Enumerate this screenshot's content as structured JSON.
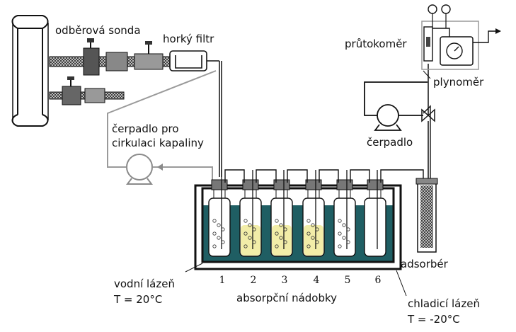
{
  "labels": {
    "probe": "odběrová sonda",
    "filter": "horký filtr",
    "flowmeter": "průtokoměr",
    "gasmeter": "plynoměr",
    "pump": "čerpadlo",
    "liquid_pump_line1": "čerpadlo pro",
    "liquid_pump_line2": "cirkulaci kapaliny",
    "adsorber": "adsorbér",
    "water_bath_line1": "vodní lázeň",
    "water_bath_line2": "T = 20°C",
    "vessels": "absorpční nádobky",
    "cooling_bath_line1": "chladicí lázeň",
    "cooling_bath_line2": "T = -20°C"
  },
  "vessel_numbers": [
    "1",
    "2",
    "3",
    "4",
    "5",
    "6"
  ],
  "colors": {
    "water": "#1f5e63",
    "liquid": "#f2eda8",
    "line": "#111111",
    "grey_line": "#9a9a9a"
  }
}
